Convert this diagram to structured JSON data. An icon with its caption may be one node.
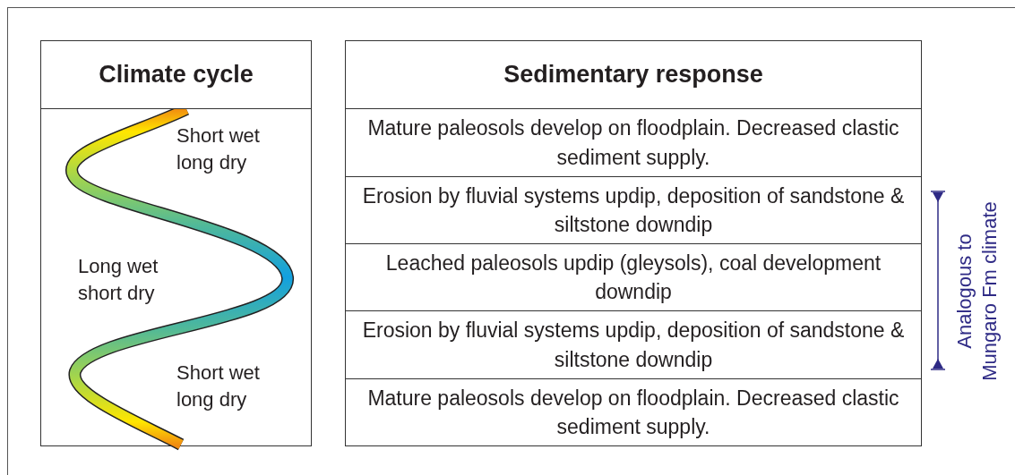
{
  "diagram": {
    "nodes": [
      {
        "text": [
          "Climate cycle"
        ]
      },
      {
        "text": [
          "Sedimentary response"
        ]
      },
      {
        "text": [
          "Mature paleosols develop on floodplain. Decreased clastic sediment supply."
        ]
      },
      {
        "text": [
          "Erosion by fluvial systems updip, deposition of sandstone & siltstone downdip"
        ]
      },
      {
        "text": [
          "Leached paleosols updip (gleysols), coal development downdip"
        ]
      },
      {
        "text": [
          "Erosion by fluvial systems updip, deposition of sandstone & siltstone downdip"
        ]
      },
      {
        "text": [
          "Mature paleosols develop on floodplain. Decreased clastic sediment supply."
        ]
      }
    ],
    "edges": [],
    "labels": [
      "Short wet long dry",
      "Long wet short dry",
      "Short wet long dry",
      "Analogous to Mungaro Fm climate"
    ]
  }
}
